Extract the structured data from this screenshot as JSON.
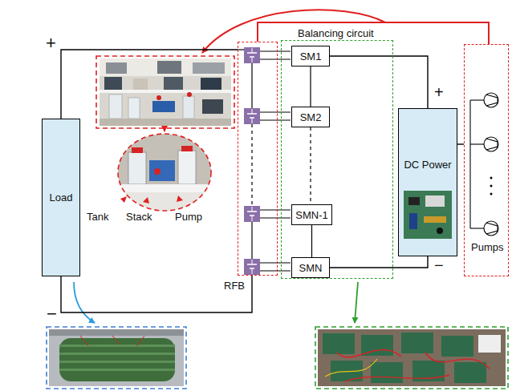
{
  "diagram": {
    "nodes": [
      {
        "text": [
          "Load"
        ]
      },
      {
        "text": [
          "RFB"
        ]
      },
      {
        "text": [
          "Balancing circuit"
        ]
      },
      {
        "text": [
          "SM1"
        ],
        "in": 2
      },
      {
        "text": [
          "SM2"
        ],
        "in": 2
      },
      {
        "text": [
          "SMN-1"
        ],
        "in": 2
      },
      {
        "text": [
          "SMN"
        ],
        "in": 2
      },
      {
        "text": [
          "DC Power"
        ]
      },
      {
        "text": [
          "Pumps"
        ]
      }
    ],
    "edges": [
      {
        "from": 0,
        "to": 1,
        "arrow": "none"
      },
      {
        "from": 0,
        "to": 1,
        "arrow": "none"
      },
      {
        "from": 3,
        "to": 4,
        "arrow": "none"
      },
      {
        "from": 4,
        "to": 5,
        "arrow": "none"
      },
      {
        "from": 5,
        "to": 6,
        "arrow": "none"
      },
      {
        "from": 3,
        "to": 7,
        "arrow": "none"
      },
      {
        "from": 6,
        "to": 7,
        "arrow": "none"
      },
      {
        "from": 7,
        "to": 8,
        "arrow": "none"
      },
      {
        "from": 1,
        "to": 8,
        "arrow": "none"
      }
    ],
    "labels": [
      "+",
      "−",
      "Tank",
      "Stack",
      "Pump",
      "+",
      "−"
    ]
  }
}
